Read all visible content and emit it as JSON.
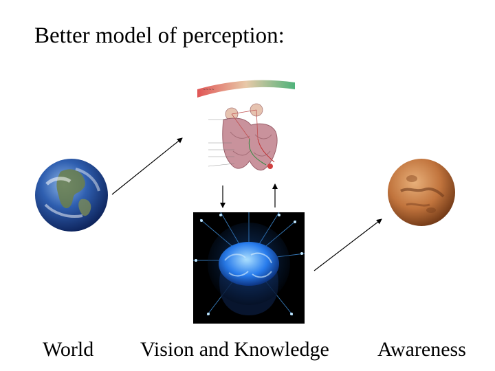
{
  "slide": {
    "title": "Better model of perception:"
  },
  "labels": {
    "world": "World",
    "vision": "Vision and Knowledge",
    "awareness": "Awareness"
  },
  "images": {
    "world": "earth-globe",
    "brain_diagram": "visual-pathway-brain-diagram",
    "glowing_brain": "glowing-neural-brain-head",
    "awareness": "mars-planet"
  }
}
